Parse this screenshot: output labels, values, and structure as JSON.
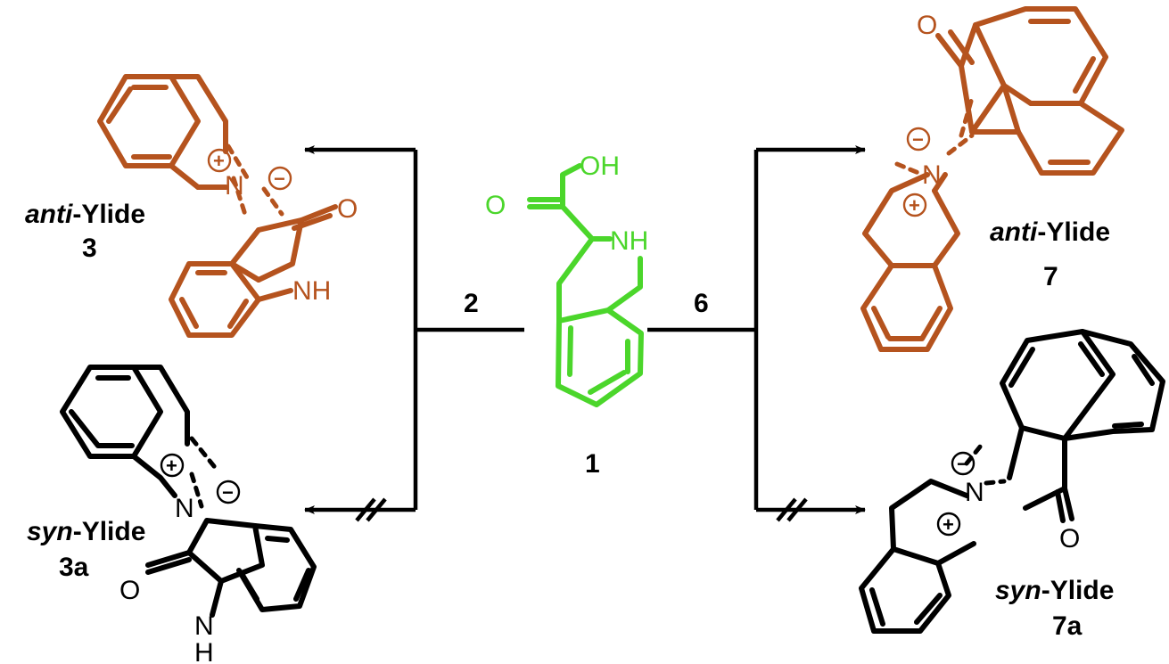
{
  "colors": {
    "starting_material": "#4bd62b",
    "product": "#b5531e",
    "unobserved": "#000000"
  },
  "center": {
    "compound_number": "1",
    "atoms": {
      "oh": "OH",
      "o": "O",
      "nh": "NH"
    }
  },
  "reagents": {
    "left": "2",
    "right": "6"
  },
  "products": {
    "top_left": {
      "prefix": "anti",
      "suffix": "-Ylide",
      "number": "3",
      "atoms": {
        "o": "O",
        "nh": "NH",
        "n": "N"
      },
      "charges": [
        "+",
        "−"
      ]
    },
    "bottom_left": {
      "prefix": "syn",
      "suffix": "-Ylide",
      "number": "3a",
      "atoms": {
        "o": "O",
        "n_bottom": "N",
        "h": "H",
        "n": "N"
      },
      "charges": [
        "+",
        "−"
      ]
    },
    "top_right": {
      "prefix": "anti",
      "suffix": "-Ylide",
      "number": "7",
      "atoms": {
        "o": "O",
        "n": "N"
      },
      "charges": [
        "−",
        "+"
      ]
    },
    "bottom_right": {
      "prefix": "syn",
      "suffix": "-Ylide",
      "number": "7a",
      "atoms": {
        "o": "O",
        "n": "N"
      },
      "charges": [
        "−",
        "+"
      ]
    }
  }
}
